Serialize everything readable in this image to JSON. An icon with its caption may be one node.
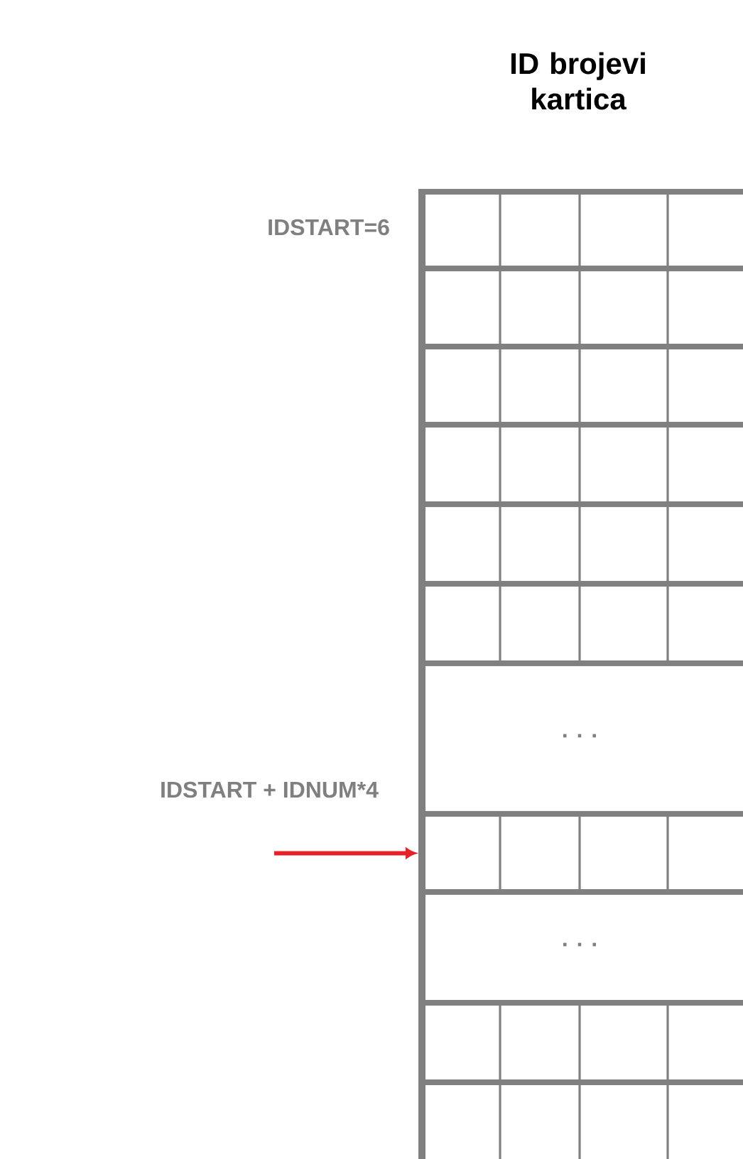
{
  "diagram": {
    "title": "ID brojevi kartica",
    "nodes": [
      {
        "text": [],
        "shape": "box"
      },
      {
        "text": [],
        "shape": "box"
      },
      {
        "text": [],
        "shape": "box"
      },
      {
        "text": [],
        "shape": "box"
      },
      {
        "text": [],
        "shape": "box"
      },
      {
        "text": [],
        "shape": "box"
      },
      {
        "text": [
          ". . ."
        ]
      },
      {
        "text": [],
        "shape": "box"
      },
      {
        "text": [
          ". . ."
        ]
      },
      {
        "text": [],
        "shape": "box"
      },
      {
        "text": [],
        "shape": "box"
      }
    ],
    "edges": [
      {
        "from": null,
        "to": 7,
        "arrow": "to",
        "color": "#e8202a"
      }
    ],
    "labels": [
      "IDSTART=6",
      "IDSTART + IDNUM*4"
    ]
  }
}
